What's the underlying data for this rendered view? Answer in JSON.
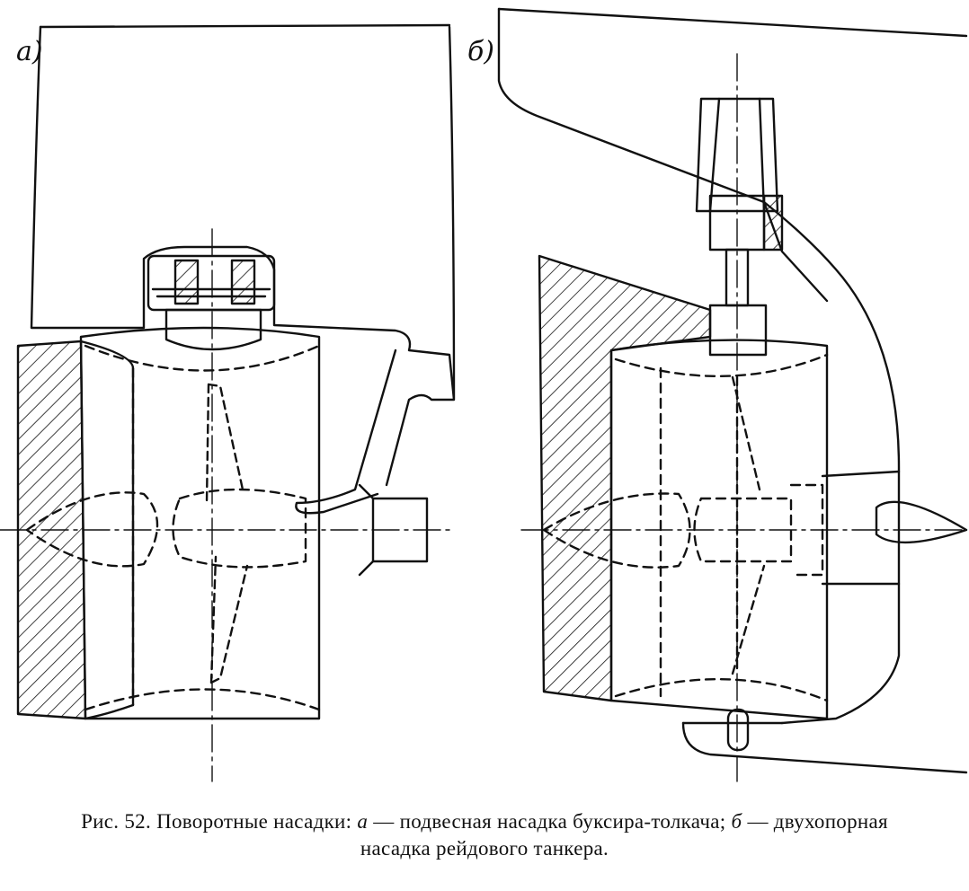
{
  "figure": {
    "panel_a_label": "а)",
    "panel_b_label": "б)"
  },
  "caption": {
    "line1_prefix": "Рис. 52. Поворотные насадки: ",
    "item_a_letter": "а",
    "item_a_text": " — подвесная насадка буксира-толкача; ",
    "item_b_letter": "б",
    "item_b_text": " — двухопорная",
    "line2": "насадка рейдового танкера."
  }
}
